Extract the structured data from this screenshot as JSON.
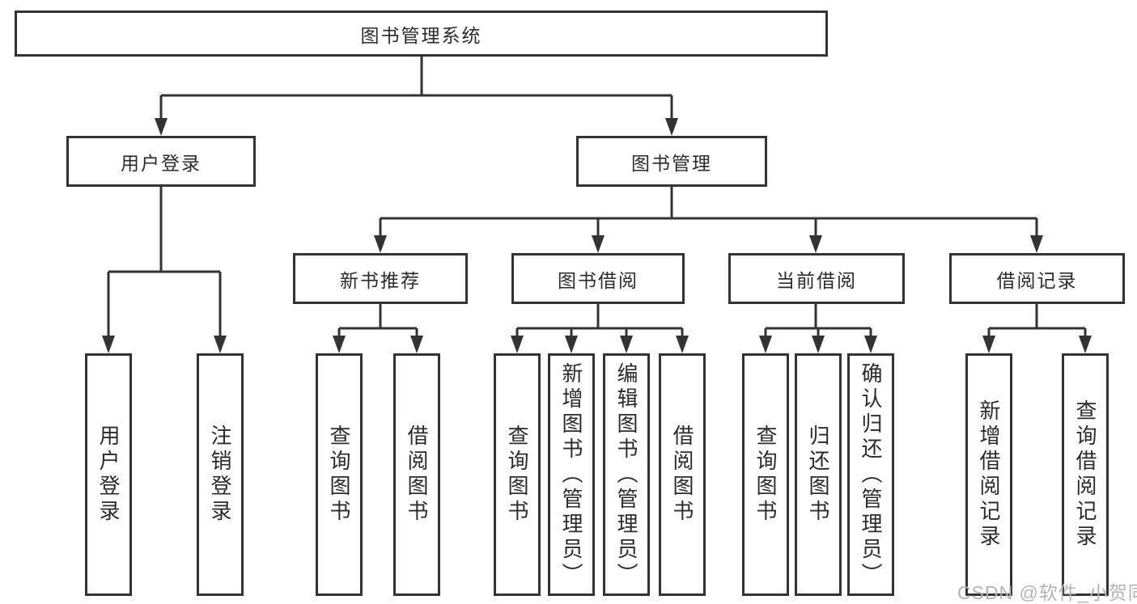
{
  "diagram": {
    "type": "hierarchy-tree",
    "line_color": "#333333",
    "box_border_color": "#333333",
    "text_color": "#2b2b2b",
    "watermark_color": "#b3b3b3",
    "watermark": "CSDN @软件_小贺同学",
    "nodes": {
      "root": {
        "label": "图书管理系统"
      },
      "user_login": {
        "label": "用户登录"
      },
      "book_mgmt": {
        "label": "图书管理"
      },
      "new_books": {
        "label": "新书推荐"
      },
      "borrowing": {
        "label": "图书借阅"
      },
      "current": {
        "label": "当前借阅"
      },
      "records": {
        "label": "借阅记录"
      },
      "leaf_user_login": {
        "label": "用户登录"
      },
      "leaf_logout": {
        "label": "注销登录"
      },
      "leaf_query_books_1": {
        "label": "查询图书"
      },
      "leaf_borrow_books_1": {
        "label": "借阅图书"
      },
      "leaf_query_books_2": {
        "label": "查询图书"
      },
      "leaf_add_book": {
        "label": "新增图书（管理员）"
      },
      "leaf_edit_book": {
        "label": "编辑图书（管理员）"
      },
      "leaf_borrow_books_2": {
        "label": "借阅图书"
      },
      "leaf_query_books_3": {
        "label": "查询图书"
      },
      "leaf_return_book": {
        "label": "归还图书"
      },
      "leaf_confirm_return": {
        "label": "确认归还（管理员）"
      },
      "leaf_add_record": {
        "label": "新增借阅记录"
      },
      "leaf_query_record": {
        "label": "查询借阅记录"
      }
    },
    "edges": [
      [
        "root",
        "user_login"
      ],
      [
        "root",
        "book_mgmt"
      ],
      [
        "user_login",
        "leaf_user_login"
      ],
      [
        "user_login",
        "leaf_logout"
      ],
      [
        "book_mgmt",
        "new_books"
      ],
      [
        "book_mgmt",
        "borrowing"
      ],
      [
        "book_mgmt",
        "current"
      ],
      [
        "book_mgmt",
        "records"
      ],
      [
        "new_books",
        "leaf_query_books_1"
      ],
      [
        "new_books",
        "leaf_borrow_books_1"
      ],
      [
        "borrowing",
        "leaf_query_books_2"
      ],
      [
        "borrowing",
        "leaf_add_book"
      ],
      [
        "borrowing",
        "leaf_edit_book"
      ],
      [
        "borrowing",
        "leaf_borrow_books_2"
      ],
      [
        "current",
        "leaf_query_books_3"
      ],
      [
        "current",
        "leaf_return_book"
      ],
      [
        "current",
        "leaf_confirm_return"
      ],
      [
        "records",
        "leaf_add_record"
      ],
      [
        "records",
        "leaf_query_record"
      ]
    ]
  }
}
